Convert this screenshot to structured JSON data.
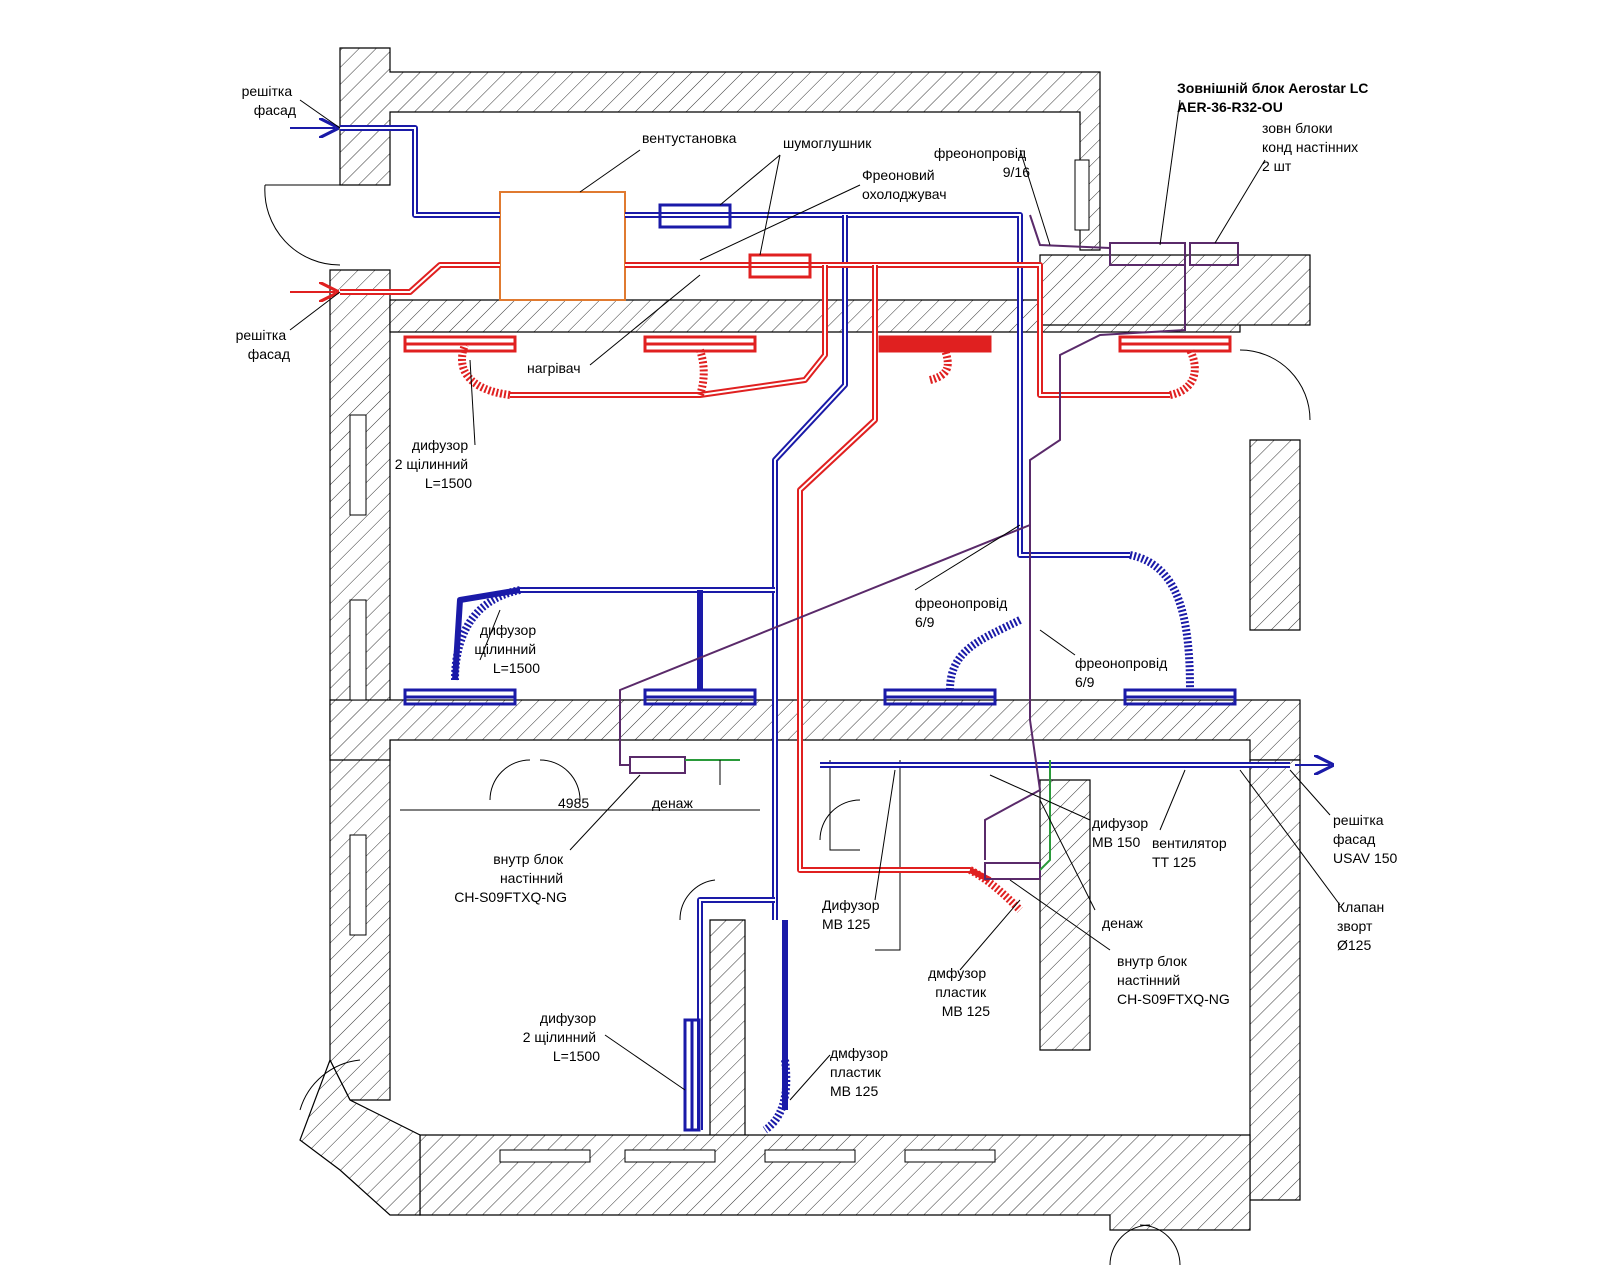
{
  "labels": {
    "grille_top": [
      "решітка",
      "фасад"
    ],
    "grille_left": [
      "решітка",
      "фасад"
    ],
    "vent_unit": "вентустановка",
    "silencer": "шумоглушник",
    "freon_cooler": [
      "Фреоновий",
      "охолоджувач"
    ],
    "freon_pipe_top": [
      "фреонопровід",
      "9/16"
    ],
    "outdoor_unit": [
      "Зовнішній блок Aerostar LC",
      "AER-36-R32-OU"
    ],
    "outdoor_units_wall": [
      "зовн блоки",
      "конд настінних",
      "2 шт"
    ],
    "heater": "нагрівач",
    "diffuser_top_left": [
      "дифузор",
      "2 щілинний",
      "L=1500"
    ],
    "diffuser_mid_left": [
      "дифузор",
      "щілинний",
      "L=1500"
    ],
    "freon_pipe_mid1": [
      "фреонопровід",
      "6/9"
    ],
    "freon_pipe_mid2": [
      "фреонопровід",
      "6/9"
    ],
    "dim_4985": "4985",
    "drain_1": "денаж",
    "indoor_unit_1": [
      "внутр блок",
      "настінний",
      "CH-S09FTXQ-NG"
    ],
    "diffuser_mb125_a": [
      "Дифузор",
      "МВ 125"
    ],
    "diffuser_mb150": [
      "дифузор",
      "МВ 150"
    ],
    "fan": [
      "вентилятор",
      "TT 125"
    ],
    "grille_right": [
      "решітка",
      "фасад",
      "USAV 150"
    ],
    "check_valve": [
      "Клапан",
      "зворт",
      "Ø125"
    ],
    "drain_2": "денаж",
    "diffuser_plastic_a": [
      "дмфузор",
      "пластик",
      "МВ 125"
    ],
    "indoor_unit_2": [
      "внутр блок",
      "настінний",
      "CH-S09FTXQ-NG"
    ],
    "diffuser_bottom_left": [
      "дифузор",
      "2 щілинний",
      "L=1500"
    ],
    "diffuser_plastic_b": [
      "дмфузор",
      "пластик",
      "МВ 125"
    ]
  },
  "colors": {
    "supply": "#e02020",
    "exhaust": "#1a1aa8",
    "freon": "#5a2a6a",
    "drain": "#2a9a3a",
    "vent_unit_outline": "#e07a30"
  }
}
